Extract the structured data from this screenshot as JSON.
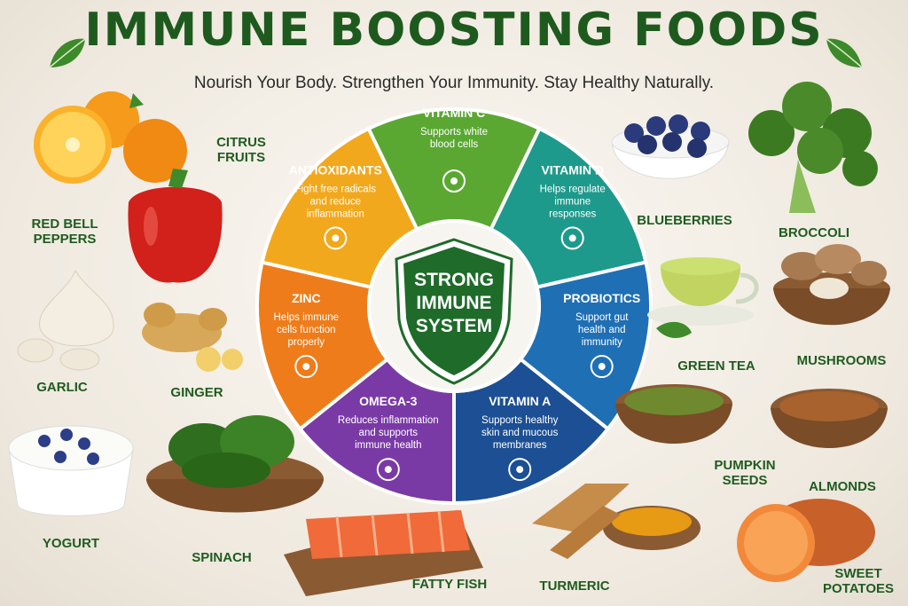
{
  "header": {
    "title": "IMMUNE BOOSTING FOODS",
    "subtitle": "Nourish Your Body. Strengthen Your Immunity. Stay Healthy Naturally."
  },
  "center": {
    "line1": "STRONG",
    "line2": "IMMUNE",
    "line3": "SYSTEM"
  },
  "segments": [
    {
      "title": "VITAMIN C",
      "desc1": "Supports white",
      "desc2": "blood cells",
      "desc3": "",
      "color": "#5aa832",
      "icon": "citrus-icon"
    },
    {
      "title": "VITAMIN D",
      "desc1": "Helps regulate",
      "desc2": "immune",
      "desc3": "responses",
      "color": "#1e9a8c",
      "icon": "sun-icon"
    },
    {
      "title": "PROBIOTICS",
      "desc1": "Support gut",
      "desc2": "health and",
      "desc3": "immunity",
      "color": "#1f6fb5",
      "icon": "gut-icon"
    },
    {
      "title": "VITAMIN A",
      "desc1": "Supports healthy",
      "desc2": "skin and mucous",
      "desc3": "membranes",
      "color": "#1c4f93",
      "icon": "eye-icon"
    },
    {
      "title": "OMEGA-3",
      "desc1": "Reduces inflammation",
      "desc2": "and supports",
      "desc3": "immune health",
      "color": "#7a3aa6",
      "icon": "fish-icon"
    },
    {
      "title": "ZINC",
      "desc1": "Helps immune",
      "desc2": "cells function",
      "desc3": "properly",
      "color": "#ef7c1a",
      "icon": "shield-plus-icon"
    },
    {
      "title": "ANTIOXIDANTS",
      "desc1": "Fight free radicals",
      "desc2": "and reduce",
      "desc3": "inflammation",
      "color": "#f2a81c",
      "icon": "atom-icon"
    }
  ],
  "foods": {
    "citrus": "CITRUS\nFRUITS",
    "peppers": "RED BELL\nPEPPERS",
    "garlic": "GARLIC",
    "ginger": "GINGER",
    "yogurt": "YOGURT",
    "spinach": "SPINACH",
    "fish": "FATTY FISH",
    "turmeric": "TURMERIC",
    "blueberries": "BLUEBERRIES",
    "broccoli": "BROCCOLI",
    "green_tea": "GREEN TEA",
    "mushrooms": "MUSHROOMS",
    "pumpkin": "PUMPKIN\nSEEDS",
    "almonds": "ALMONDS",
    "potatoes": "SWEET\nPOTATOES"
  },
  "colors": {
    "title_green": "#1e5a1e",
    "shield_green": "#1f6b2a"
  }
}
